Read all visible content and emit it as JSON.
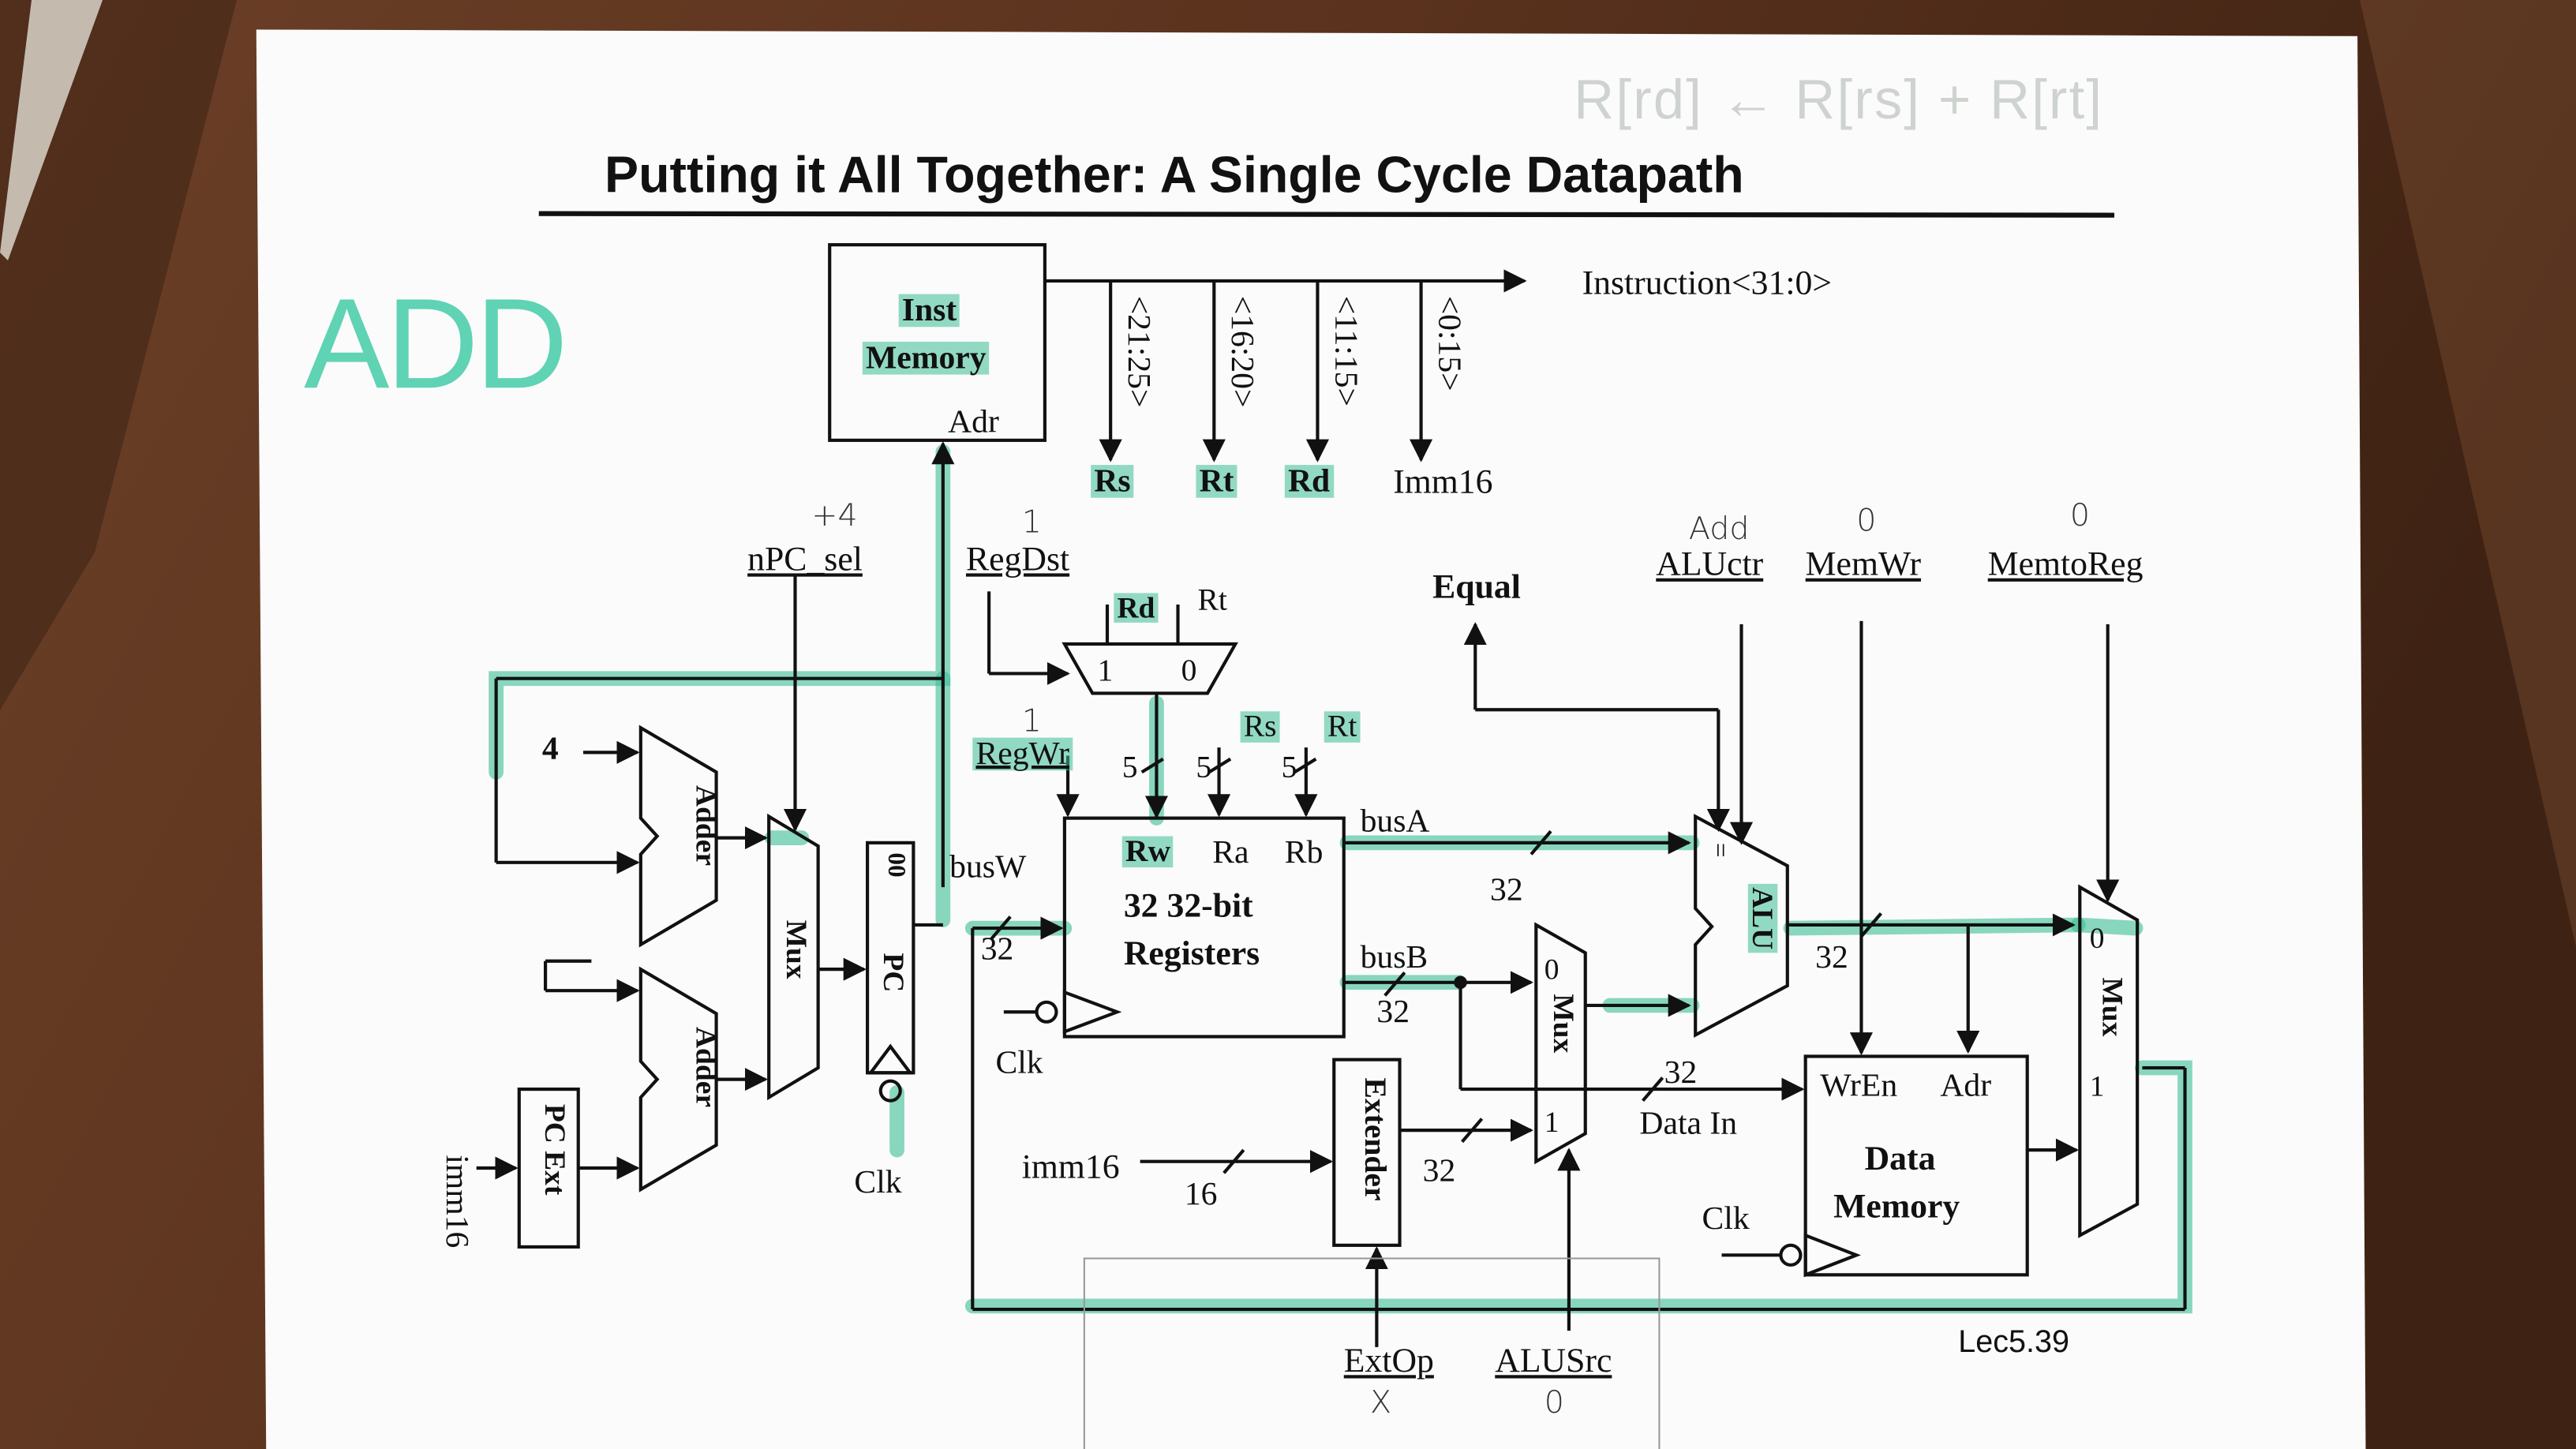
{
  "header": {
    "title": "Putting it All Together: A Single Cycle Datapath",
    "handwritten_formula": "R[rd] ← R[rs] + R[rt]",
    "handwritten_instruction": "ADD"
  },
  "instruction_memory": {
    "line1": "Inst",
    "line2": "Memory",
    "addr": "Adr"
  },
  "instruction_bus": {
    "label": "Instruction<31:0>",
    "fields": [
      {
        "bits": "<21:25>",
        "name": "Rs"
      },
      {
        "bits": "<16:20>",
        "name": "Rt"
      },
      {
        "bits": "<11:15>",
        "name": "Rd"
      },
      {
        "bits": "<0:15>",
        "name": "Imm16"
      }
    ]
  },
  "controls": {
    "npc_sel": {
      "label": "nPC_sel",
      "hand": "+4"
    },
    "regdst": {
      "label": "RegDst",
      "hand": "1"
    },
    "regwr": {
      "label": "RegWr",
      "hand": "1"
    },
    "equal": {
      "label": "Equal"
    },
    "aluctr": {
      "label": "ALUctr",
      "hand": "Add"
    },
    "memwr": {
      "label": "MemWr",
      "hand": "0"
    },
    "memtoreg": {
      "label": "MemtoReg",
      "hand": "0"
    },
    "extop": {
      "label": "ExtOp",
      "hand": "X"
    },
    "alusrc": {
      "label": "ALUSrc",
      "hand": "0"
    }
  },
  "pc_logic": {
    "four": "4",
    "adder": "Adder",
    "mux": "Mux",
    "pc": "PC",
    "pc_bits": "00",
    "pc_ext": "PC Ext",
    "imm16": "imm16",
    "clk": "Clk"
  },
  "regdst_mux": {
    "in1": "1",
    "in0": "0",
    "top_left": "Rd",
    "top_right": "Rt"
  },
  "register_file": {
    "line1": "32 32-bit",
    "line2": "Registers",
    "rw": "Rw",
    "ra": "Ra",
    "rb": "Rb",
    "rs": "Rs",
    "rt": "Rt",
    "width5": "5",
    "clk": "Clk"
  },
  "buses": {
    "busw": "busW",
    "busa": "busA",
    "busb": "busB",
    "w32": "32",
    "w16": "16",
    "imm16": "imm16",
    "data_in": "Data In"
  },
  "extender": {
    "label": "Extender"
  },
  "alusrc_mux": {
    "label": "Mux",
    "in0": "0",
    "in1": "1"
  },
  "alu": {
    "label": "ALU",
    "eq": "="
  },
  "data_memory": {
    "line1": "Data",
    "line2": "Memory",
    "wren": "WrEn",
    "adr": "Adr",
    "clk": "Clk"
  },
  "memtoreg_mux": {
    "label": "Mux",
    "in0": "0",
    "in1": "1"
  },
  "footer": {
    "slide": "Lec5.39"
  },
  "colors": {
    "highlight": "#3cbe96",
    "ink": "#111111",
    "paper": "#ffffff",
    "wood": "#4a2a18"
  }
}
